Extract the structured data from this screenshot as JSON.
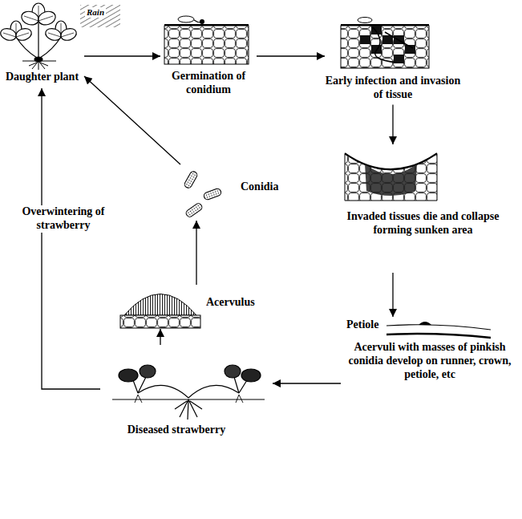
{
  "diagram": {
    "nodes": [
      {
        "text": [
          "Daughter plant"
        ]
      },
      {
        "text": [
          "Germination of conidium"
        ]
      },
      {
        "text": [
          "Early infection and invasion of tissue"
        ]
      },
      {
        "text": [
          "Invaded tissues die and collapse forming sunken area"
        ]
      },
      {
        "text": [
          "Acervuli with masses of pinkish conidia develop on runner, crown, petiole, etc"
        ]
      },
      {
        "text": [
          "Diseased strawberry"
        ]
      },
      {
        "text": [
          "Acervulus"
        ]
      },
      {
        "text": [
          "Conidia"
        ]
      }
    ],
    "edges": [
      {
        "from": 0,
        "to": 1,
        "arrow": "to"
      },
      {
        "from": 1,
        "to": 2,
        "arrow": "to"
      },
      {
        "from": 2,
        "to": 3,
        "arrow": "to"
      },
      {
        "from": 3,
        "to": 4,
        "arrow": "to"
      },
      {
        "from": 4,
        "to": 5,
        "arrow": "to"
      },
      {
        "from": 5,
        "to": 6,
        "arrow": "to"
      },
      {
        "from": 6,
        "to": 7,
        "arrow": "to"
      },
      {
        "from": 7,
        "to": 0,
        "arrow": "to"
      },
      {
        "from": 5,
        "to": 0,
        "label": "Overwintering of strawberry",
        "arrow": "to"
      }
    ],
    "labels": [
      "Rain",
      "Petiole"
    ]
  }
}
